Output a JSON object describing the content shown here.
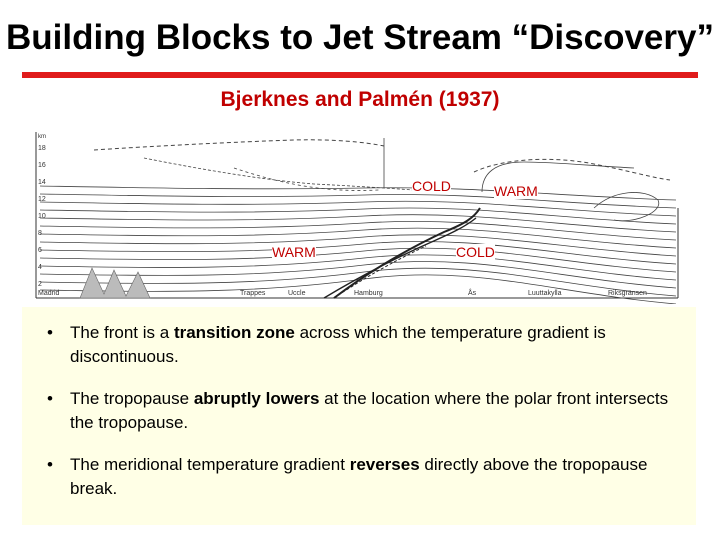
{
  "slide": {
    "title": "Building Blocks to Jet Stream “Discovery”",
    "subtitle": "Bjerknes and Palmén (1937)",
    "accent_color": "#e01b1b",
    "subtitle_color": "#c00000"
  },
  "figure": {
    "labels": {
      "cold_upper": "COLD",
      "warm_upper": "WARM",
      "warm_lower": "WARM",
      "cold_lower": "COLD"
    },
    "y_axis_header": "km",
    "y_axis_ticks": [
      "18",
      "16",
      "14",
      "12",
      "10",
      "8",
      "6",
      "4",
      "2"
    ],
    "stations": [
      "Madrid",
      "Trappes",
      "Uccle",
      "Hamburg",
      "Ås",
      "Luuttakylla",
      "Riksgränsen"
    ]
  },
  "bullets": [
    {
      "bullet_char": "•",
      "pre": "The front is a ",
      "bold": "transition zone",
      "post": " across which the temperature gradient is discontinuous."
    },
    {
      "bullet_char": "•",
      "pre": "The tropopause ",
      "bold": "abruptly lowers",
      "post": " at the location where the polar front intersects the tropopause."
    },
    {
      "bullet_char": "•",
      "pre": "The meridional temperature gradient ",
      "bold": "reverses",
      "post": " directly above the tropopause break."
    }
  ]
}
